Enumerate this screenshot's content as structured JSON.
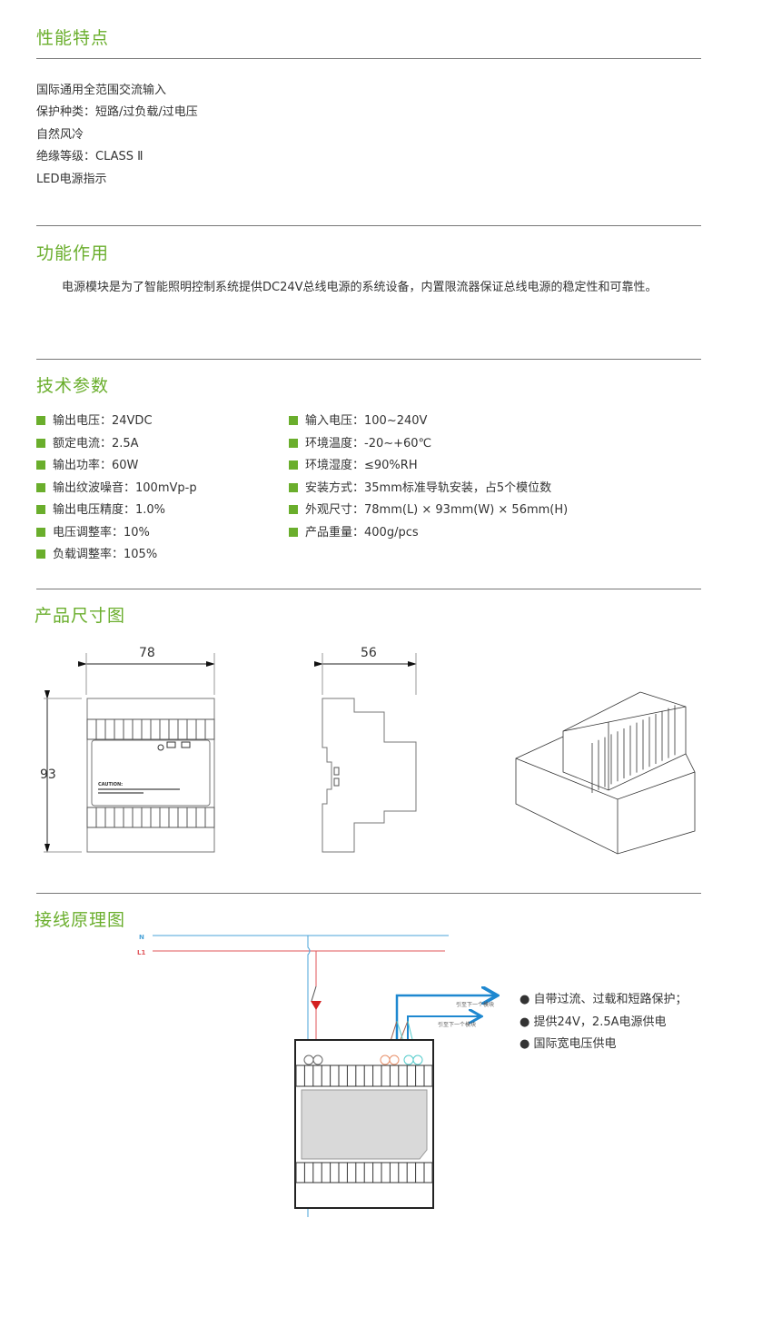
{
  "sections": {
    "features": {
      "title": "性能特点",
      "items": [
        "国际通用全范围交流输入",
        "保护种类：短路/过负载/过电压",
        "自然风冷",
        "绝缘等级：CLASS Ⅱ",
        "LED电源指示"
      ]
    },
    "function": {
      "title": "功能作用",
      "text": "电源模块是为了智能照明控制系统提供DC24V总线电源的系统设备，内置限流器保证总线电源的稳定性和可靠性。"
    },
    "specs": {
      "title": "技术参数",
      "left": [
        "输出电压：24VDC",
        "额定电流：2.5A",
        "输出功率：60W",
        "输出纹波噪音：100mVp-p",
        "输出电压精度：1.0%",
        "电压调整率：10%",
        "负载调整率：105%"
      ],
      "right": [
        "输入电压：100~240V",
        "环境温度：-20~+60℃",
        "环境湿度：≤90%RH",
        "安装方式：35mm标准导轨安装，占5个模位数",
        "外观尺寸：78mm(L) × 93mm(W) × 56mm(H)",
        "产品重量：400g/pcs"
      ]
    },
    "dimensions": {
      "title": "产品尺寸图",
      "width": "78",
      "height": "93",
      "depth": "56",
      "caution": "CAUTION:"
    },
    "wiring": {
      "title": "接线原理图",
      "n_label": "N",
      "l1_label": "L1",
      "next_module": "引至下一个模块",
      "notes": [
        "自带过流、过载和短路保护；",
        "提供24V，2.5A电源供电",
        "国际宽电压供电"
      ]
    }
  },
  "colors": {
    "accent": "#6aae2c",
    "neutral": "#4aa3d8",
    "live": "#e0555a"
  }
}
